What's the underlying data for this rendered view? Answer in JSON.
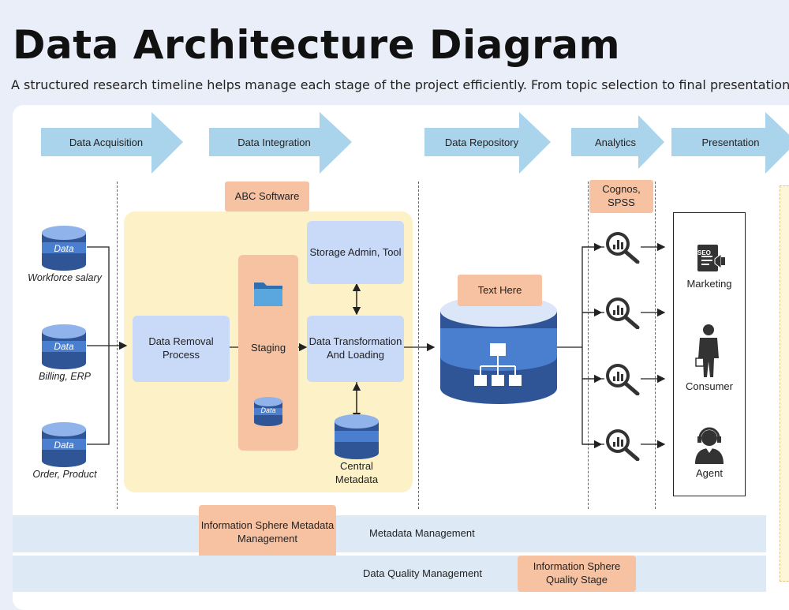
{
  "page": {
    "title": "Data Architecture Diagram",
    "subtitle": "A structured research timeline helps manage each stage of the project efficiently. From topic selection to final presentation, each"
  },
  "stages": [
    "Data Acquisition",
    "Data Integration",
    "Data Repository",
    "Analytics",
    "Presentation"
  ],
  "sources": [
    {
      "db_label": "Data",
      "caption": "Workforce salary"
    },
    {
      "db_label": "Data",
      "caption": "Billing, ERP"
    },
    {
      "db_label": "Data",
      "caption": "Order, Product"
    }
  ],
  "integration": {
    "software_tag": "ABC Software",
    "removal": "Data Removal Process",
    "staging": "Staging",
    "staging_db_label": "Data",
    "storage": "Storage Admin, Tool",
    "etl": "Data Transformation And Loading",
    "metadata": "Central Metadata"
  },
  "repository": {
    "tag": "Text Here"
  },
  "analytics": {
    "tag": "Cognos, SPSS",
    "count": 4
  },
  "presentation": {
    "items": [
      "Marketing",
      "Consumer",
      "Agent"
    ],
    "seo_label": "SEO"
  },
  "bands": {
    "metadata": {
      "label": "Metadata Management",
      "tag": "Information Sphere Metadata Management"
    },
    "quality": {
      "label": "Data Quality Management",
      "tag": "Information Sphere Quality Stage"
    }
  },
  "colors": {
    "arrow": "#a9d4ec",
    "box": "#c9d9f8",
    "tag": "#f7c2a2",
    "yellow": "#fdf1c7",
    "db_dark": "#2f5596",
    "db_light": "#4a7fd0"
  }
}
